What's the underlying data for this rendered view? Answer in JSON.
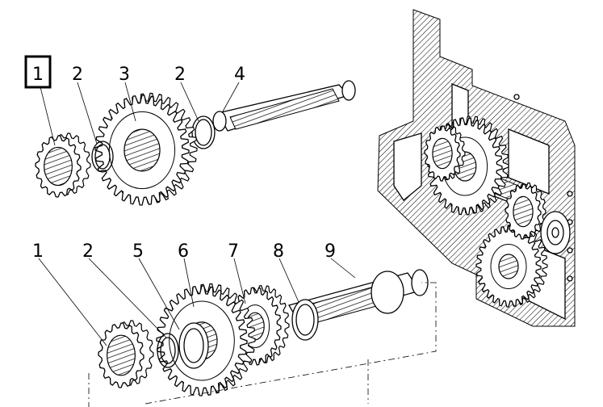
{
  "diagram": {
    "callouts": {
      "top_1": "1",
      "top_2a": "2",
      "top_3": "3",
      "top_2b": "2",
      "top_4": "4",
      "bot_1": "1",
      "bot_2": "2",
      "bot_5": "5",
      "bot_6": "6",
      "bot_7": "7",
      "bot_8": "8",
      "bot_9": "9"
    },
    "highlighted_callout": "top_1",
    "colors": {
      "ink": "#000000",
      "background": "#ffffff"
    }
  }
}
